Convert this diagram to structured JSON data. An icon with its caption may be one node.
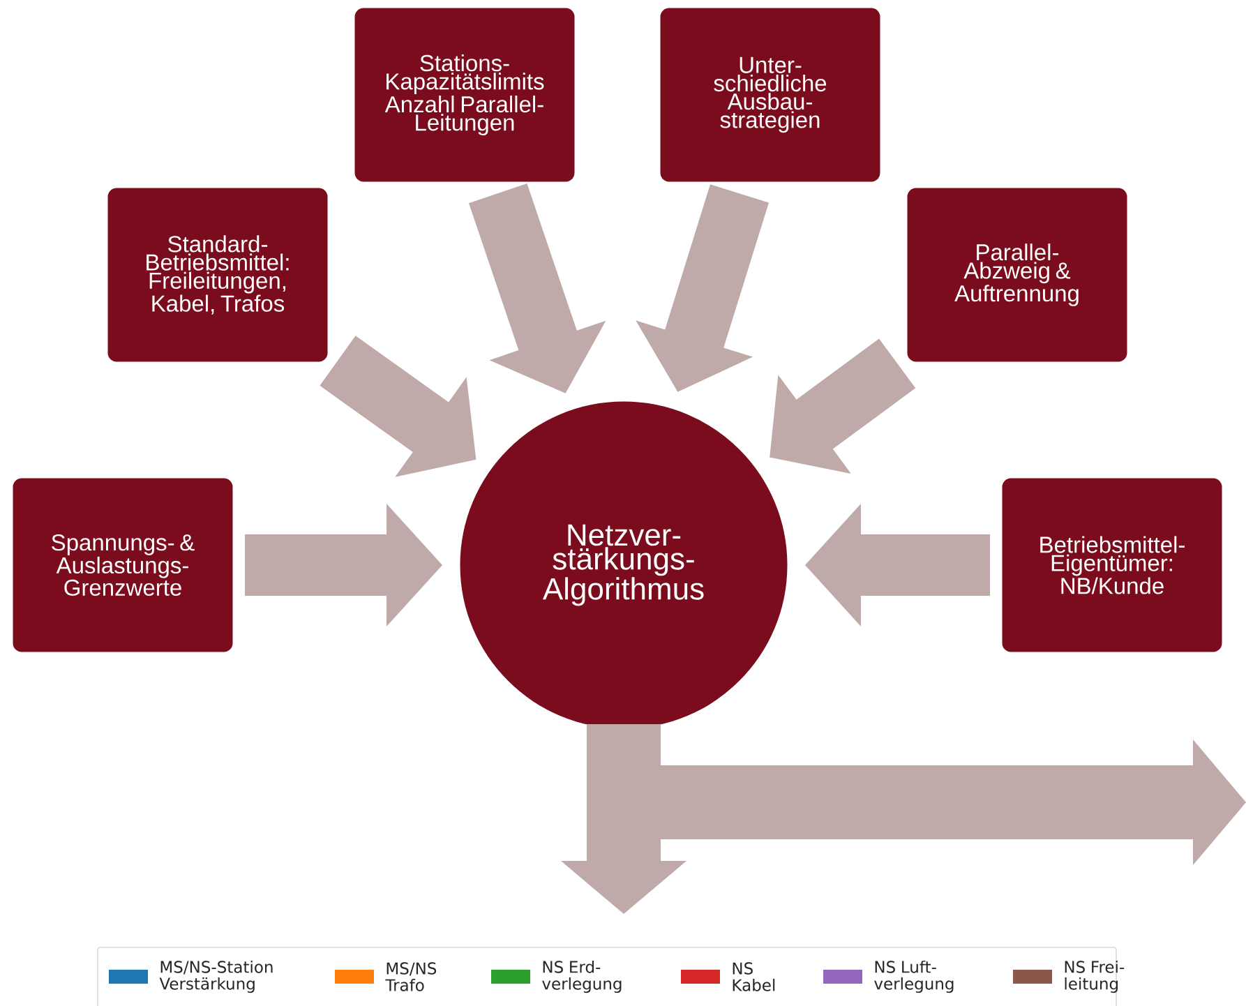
{
  "diagram": {
    "nodes": [
      {
        "text": [
          "Stations- Kapazitätslimits Anzahl Parallel- Leitungen"
        ]
      },
      {
        "text": [
          "Unter- schiedliche Ausbau- strategien"
        ]
      },
      {
        "text": [
          "Standard- Betriebsmittel: Freileitungen, Kabel, Trafos"
        ]
      },
      {
        "text": [
          "Parallel- Abzweig & Auftrennung"
        ]
      },
      {
        "text": [
          "Spannungs- & Auslastungs- Grenzwerte"
        ]
      },
      {
        "text": [
          "Betriebsmittel- Eigentümer: NB/Kunde"
        ]
      },
      {
        "text": [
          "Netzver- stärkungs- Algorithmus"
        ]
      }
    ],
    "edges": [
      {
        "from": 0,
        "to": 6,
        "arrow": "to"
      },
      {
        "from": 1,
        "to": 6,
        "arrow": "to"
      },
      {
        "from": 2,
        "to": 6,
        "arrow": "to"
      },
      {
        "from": 3,
        "to": 6,
        "arrow": "to"
      },
      {
        "from": 4,
        "to": 6,
        "arrow": "to"
      },
      {
        "from": 5,
        "to": 6,
        "arrow": "to"
      },
      {
        "from": 6,
        "to": null,
        "arrow": "to"
      },
      {
        "from": 6,
        "to": null,
        "arrow": "to"
      }
    ],
    "legend": [
      {
        "text": "MS/NS-Station Verstärkung",
        "color": "#1f77b4"
      },
      {
        "text": "MS/NS Trafo",
        "color": "#ff7f0e"
      },
      {
        "text": "NS Erd- verlegung",
        "color": "#2ca02c"
      },
      {
        "text": "NS Kabel",
        "color": "#d62728"
      },
      {
        "text": "NS Luft- verlegung",
        "color": "#9467bd"
      },
      {
        "text": "NS Frei- leitung",
        "color": "#8c564b"
      }
    ]
  }
}
